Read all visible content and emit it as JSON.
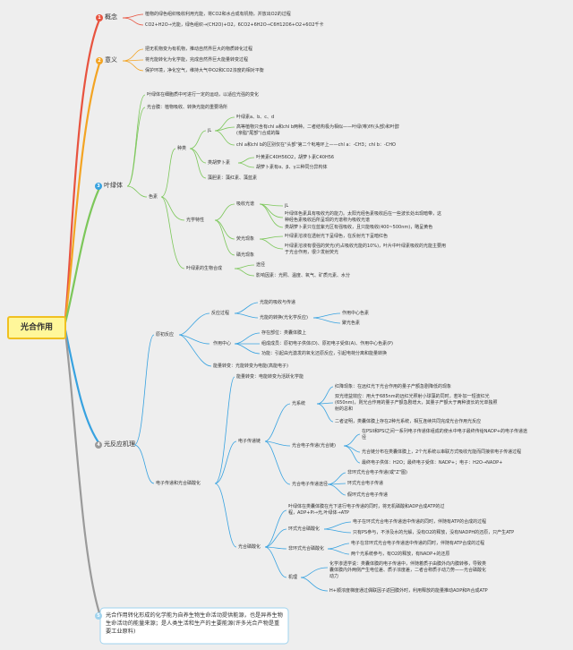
{
  "title": "光合作用",
  "colors": {
    "c1": "#e8533f",
    "c2": "#f3a423",
    "c3": "#7cc75a",
    "c4": "#37a2e0",
    "c5": "#9a9a9a",
    "c6": "#9fd3ee"
  },
  "nodes": {
    "n1": {
      "label": "概念",
      "badge": "1"
    },
    "n1a": "植物的绿色组织吸收利用光能，将CO2和水合成有机物，并放出O2的过程",
    "n1b": "CO2+H2O→光能，绿色组织→(CH2O)+O2，6CO2+6H2O→C6H12O6+O2+6O2千卡",
    "n2": {
      "label": "意义",
      "badge": "2"
    },
    "n2a": "把无机物变为有机物，推动自然界巨大的物质转化过程",
    "n2b": "将光能转化为化学能，完成自然界巨大能量转变过程",
    "n2c": "保护环境，净化空气，维持大气中O2和CO2浓度的相对平衡",
    "n3": {
      "label": "叶绿体",
      "badge": "3"
    },
    "n3a": "叶绿体在细胞质中可进行一定的运动，以适应光强的变化",
    "n3b": "光合膜：植物吸收、转换光能的重要场所",
    "n3c": "色素",
    "n3d": "种类",
    "n3e": "jL",
    "n3f": "叶绿素a、b、c、d",
    "n3g": "高等植物只含有chl a和chl b两种。二者结构极为相似——叶绿(啉)环(头部)和叶醇",
    "n3g2": "(亲脂\"尾部\")合成的酯",
    "n3h": "chl a和chl b的区别仅在\"头部\"第二个吡咯环上——chl a：-CH3；chl b：-CHO",
    "n3i": "类胡萝卜素",
    "n3j": "叶黄素C40H56O2，胡萝卜素C40H56",
    "n3k": "胡萝卜素有α、β、γ三种同分异构体",
    "n3l": "藻胆素：藻红素、藻蓝素",
    "n3m": "光学特性",
    "n3n": "吸收光谱",
    "n3o": "叶绿体色素具有吸收光的能力。太阳光经色素吸收后在一些波长处出现暗带，这",
    "n3o2": "种经色素吸收后所呈现的光谱称为吸收光谱",
    "n3p": "jL",
    "n3q": "类胡萝卜素只在蓝紫光区有强吸收，且只能吸收(400~500nm)，略呈黄色",
    "n3r": "荧光现象",
    "n3s": "叶绿素溶液在透射光下呈绿色，在反射光下呈暗红色",
    "n3t": "叶绿素溶液有很强的荧光(约占吸收光能的10%)，叶片中叶绿素吸收的光能主要用",
    "n3t2": "于光合作用，很少发射荧光",
    "n3u": "磷光现象",
    "n3v": "叶绿素的生物合成",
    "n3w": "途径",
    "n3x": "影响因素：光照、温度、氧气、矿质元素、水分",
    "n4": {
      "label": "光反应机理",
      "badge": "4"
    },
    "n4a": "原初反应",
    "n4b": "反应过程",
    "n4c": "光能的吸收与传递",
    "n4d": "光能的转换(光化学反应)",
    "n4e": "作用中心色素",
    "n4f": "聚光色素",
    "n4g": "作用中心",
    "n4h": "存在部位：类囊体膜上",
    "n4i": "组成成员：原初电子供体(D)、原初电子受体(A)、作用中心色素(P)",
    "n4j": "功能：引起由光激发的氧化还原反应，引起电荷分离和能量转换",
    "n4k": "能量转变：光能转变为电能(高能电子)",
    "n4l": "电子传递和光合磷酸化",
    "n4m": "能量转变：电能转变为活跃化学能",
    "n4n": "电子传递链",
    "n4o": "光系统",
    "n4p": "红降现象：在远红光下光合作用的量子产额急剧降低的现象",
    "n4q": "双光增益效应：用大于685nm的远红光照射小球藻的同时，若补加一短波红光",
    "n4q2": "(650nm)，则光合作用的量子产额急剧增大，其量子产额大于两种波长的光单独照",
    "n4q3": "射的总和",
    "n4r": "二者证明，类囊体膜上存在2种光系统，相互连续共同完成光合作用光反应",
    "n4s": "光合电子传递(光合链)",
    "n4t": "在PSII和PSI之间一系列电子传递体组成的使水中电子最终传给NADP+的电子传递途",
    "n4t2": "径",
    "n4u": "光合链分布在类囊体膜上，2个光系统以串联方式吸收光能而同接依电子传递过程",
    "n4v": "最终电子供体：H2O；最终电子受体：NADP+；电子：H2O→NADP+",
    "n4w": "光合电子传递途径",
    "n4x": "非环式光合电子传递(或\"Z\"图)",
    "n4y": "环式光合电子传递",
    "n4z": "假环式光合电子传递",
    "n4aa": "光合磷酸化",
    "n4ab": "叶绿体在类囊体膜在光下进行电子传递的同时，将无机磷酸和ADP合成ATP的过",
    "n4ab2": "程，ADP+Pi→光,叶绿体→ATP",
    "n4ac": "环式光合磷酸化",
    "n4ad": "电子在环式光合电子传递途中传递的同时，伴随有ATP的合成的过程",
    "n4ae": "只有PS参与，不涉及水的光解，没有O2的释放，没有NADPH的还原，只产生ATP",
    "n4af": "非环式光合磷酸化",
    "n4ag": "电子在非环式光合电子传递途中传递的同时，伴随有ATP合成的过程",
    "n4ah": "两个光系统参与，有O2的释放，有NADP+的还原",
    "n4ai": "机理",
    "n4aj": "化学渗透学说：类囊体膜的电子传递中，伴随着质子由膜外向内膜转移，导致类",
    "n4aj2": "囊体膜内外两侧产生电位差、质子浓度差，二者合称质子动力势——光合磷酸化",
    "n4aj3": "动力",
    "n4ak": "H+顺浓度梯度通过偶联因子返回膜外时，利用释放的能量推动ADP和Pi合成ATP",
    "n5": {
      "badge": "5"
    },
    "n5a": "光合作用转化形成的化学能为自养生物生命活动提供能源，也是异养生物生命活动的能量来源；是人类生活和生产的主要能源(许多光合产物是重要工业原料)"
  }
}
